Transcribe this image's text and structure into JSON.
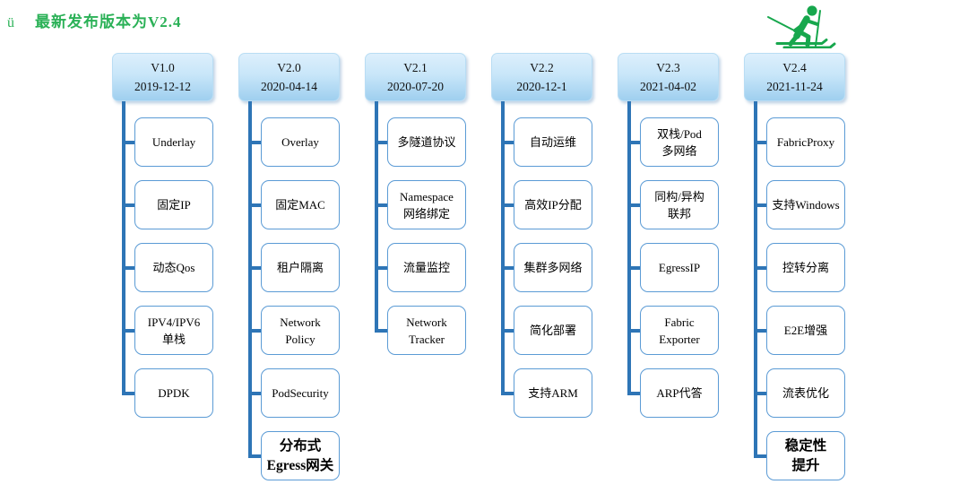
{
  "note": {
    "bullet": "ü",
    "text": "最新发布版本为V2.4"
  },
  "colors": {
    "accent_green": "#2BB157",
    "trunk_blue": "#2E75B6",
    "box_border_blue": "#5B9BD5",
    "header_gradient_top": "#DDEFFC",
    "header_gradient_bottom": "#9FCFEF"
  },
  "icons": {
    "skier": "cross-country-skier-icon"
  },
  "timeline": {
    "columns": [
      {
        "version": "V1.0",
        "date": "2019-12-12",
        "features": [
          {
            "lines": [
              "Underlay"
            ],
            "emphasis": false
          },
          {
            "lines": [
              "固定IP"
            ],
            "emphasis": false
          },
          {
            "lines": [
              "动态Qos"
            ],
            "emphasis": false
          },
          {
            "lines": [
              "IPV4/IPV6",
              "单栈"
            ],
            "emphasis": false
          },
          {
            "lines": [
              "DPDK"
            ],
            "emphasis": false
          }
        ]
      },
      {
        "version": "V2.0",
        "date": "2020-04-14",
        "features": [
          {
            "lines": [
              "Overlay"
            ],
            "emphasis": false
          },
          {
            "lines": [
              "固定MAC"
            ],
            "emphasis": false
          },
          {
            "lines": [
              "租户隔离"
            ],
            "emphasis": false
          },
          {
            "lines": [
              "Network",
              "Policy"
            ],
            "emphasis": false
          },
          {
            "lines": [
              "PodSecurity"
            ],
            "emphasis": false
          },
          {
            "lines": [
              "分布式",
              "Egress网关"
            ],
            "emphasis": true
          }
        ]
      },
      {
        "version": "V2.1",
        "date": "2020-07-20",
        "features": [
          {
            "lines": [
              "多隧道协议"
            ],
            "emphasis": false
          },
          {
            "lines": [
              "Namespace",
              "网络绑定"
            ],
            "emphasis": false
          },
          {
            "lines": [
              "流量监控"
            ],
            "emphasis": false
          },
          {
            "lines": [
              "Network",
              "Tracker"
            ],
            "emphasis": false
          }
        ]
      },
      {
        "version": "V2.2",
        "date": "2020-12-1",
        "features": [
          {
            "lines": [
              "自动运维"
            ],
            "emphasis": false
          },
          {
            "lines": [
              "高效IP分配"
            ],
            "emphasis": false
          },
          {
            "lines": [
              "集群多网络"
            ],
            "emphasis": false
          },
          {
            "lines": [
              "简化部署"
            ],
            "emphasis": false
          },
          {
            "lines": [
              "支持ARM"
            ],
            "emphasis": false
          }
        ]
      },
      {
        "version": "V2.3",
        "date": "2021-04-02",
        "features": [
          {
            "lines": [
              "双栈/Pod",
              "多网络"
            ],
            "emphasis": false
          },
          {
            "lines": [
              "同构/异构",
              "联邦"
            ],
            "emphasis": false
          },
          {
            "lines": [
              "EgressIP"
            ],
            "emphasis": false
          },
          {
            "lines": [
              "Fabric",
              "Exporter"
            ],
            "emphasis": false
          },
          {
            "lines": [
              "ARP代答"
            ],
            "emphasis": false
          }
        ]
      },
      {
        "version": "V2.4",
        "date": "2021-11-24",
        "features": [
          {
            "lines": [
              "FabricProxy"
            ],
            "emphasis": false
          },
          {
            "lines": [
              "支持Windows"
            ],
            "emphasis": false
          },
          {
            "lines": [
              "控转分离"
            ],
            "emphasis": false
          },
          {
            "lines": [
              "E2E增强"
            ],
            "emphasis": false
          },
          {
            "lines": [
              "流表优化"
            ],
            "emphasis": false
          },
          {
            "lines": [
              "稳定性",
              "提升"
            ],
            "emphasis": true
          }
        ]
      }
    ]
  }
}
